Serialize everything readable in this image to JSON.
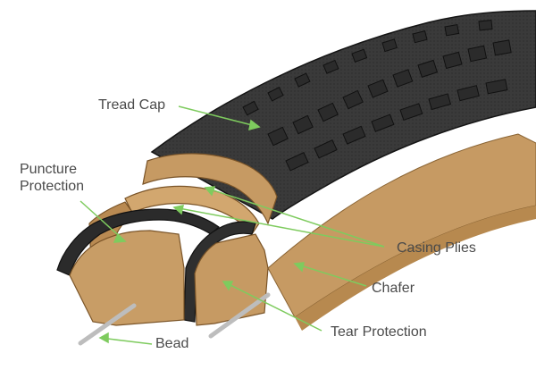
{
  "labels": {
    "tread_cap": "Tread Cap",
    "puncture_protection": "Puncture\nProtection",
    "casing_plies": "Casing Plies",
    "chafer": "Chafer",
    "tear_protection": "Tear Protection",
    "bead": "Bead"
  },
  "colors": {
    "tan": "#c69a63",
    "tan_dark": "#a87c48",
    "tan_light": "#d8b27e",
    "rubber": "#3a3a3a",
    "rubber_dark": "#1f1f1f",
    "rubber_mid": "#4a4a4a",
    "leader": "#7ecb5e",
    "bead_wire": "#cfcfcf"
  }
}
